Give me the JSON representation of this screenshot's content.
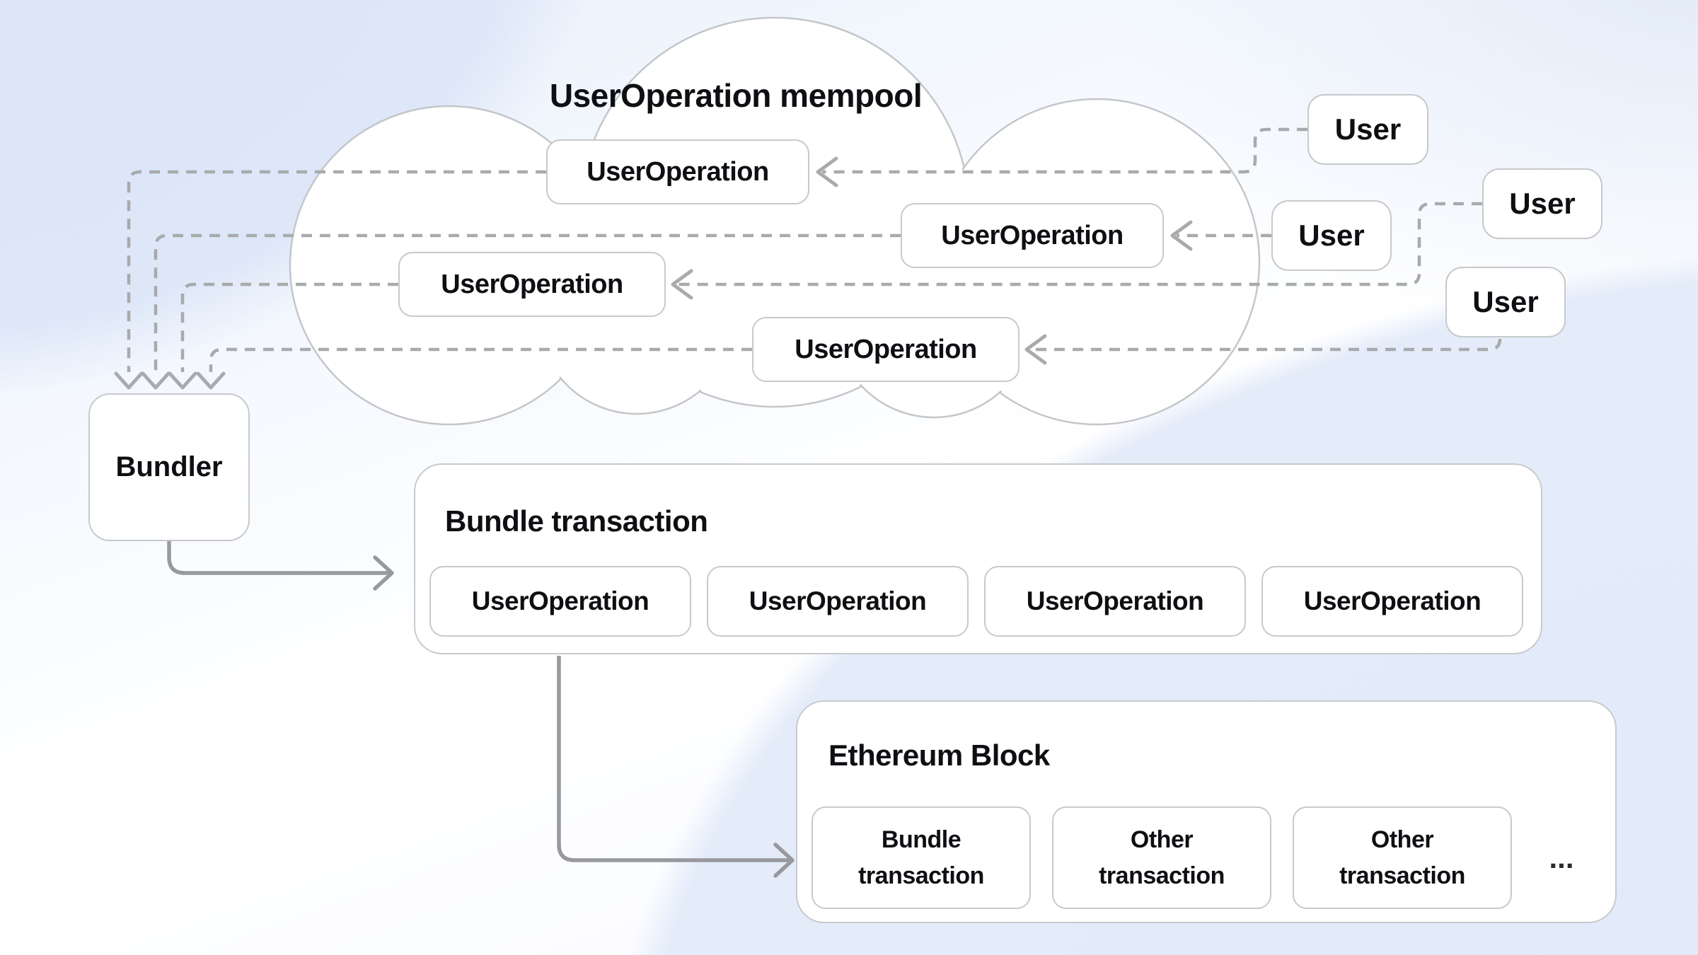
{
  "mempool": {
    "title": "UserOperation mempool",
    "userops": [
      "UserOperation",
      "UserOperation",
      "UserOperation",
      "UserOperation"
    ]
  },
  "users": [
    "User",
    "User",
    "User",
    "User"
  ],
  "bundler": {
    "label": "Bundler"
  },
  "bundle_tx": {
    "title": "Bundle transaction",
    "userops": [
      "UserOperation",
      "UserOperation",
      "UserOperation",
      "UserOperation"
    ]
  },
  "eth_block": {
    "title": "Ethereum Block",
    "transactions": [
      "Bundle transaction",
      "Other transaction",
      "Other transaction"
    ],
    "ellipsis": "..."
  },
  "colors": {
    "box_border": "#c7c9cc",
    "cloud_border": "#c4c6ca",
    "dashed_line": "#a8aaac",
    "arrow": "#98999c",
    "text": "#0e0f12"
  }
}
